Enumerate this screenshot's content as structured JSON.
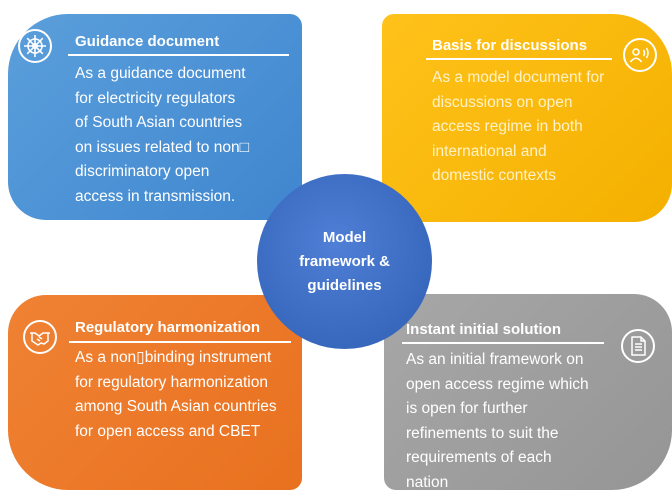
{
  "center": {
    "lines": [
      "Model",
      "framework &",
      "guidelines"
    ]
  },
  "quadrants": {
    "top_left": {
      "title": "Guidance document",
      "icon": "ship-wheel-icon",
      "lines": [
        "As a guidance document",
        "for electricity regulators",
        "of South Asian countries",
        "on issues related to non□",
        "discriminatory open",
        "access in transmission."
      ]
    },
    "top_right": {
      "title": "Basis for discussions",
      "icon": "speaking-person-icon",
      "lines": [
        "As a model document for",
        "discussions on open",
        "access regime in both",
        "international and",
        "domestic contexts"
      ]
    },
    "bottom_left": {
      "title": "Regulatory harmonization",
      "icon": "handshake-icon",
      "lines": [
        "As a non▯binding instrument",
        "for regulatory harmonization",
        "among South Asian countries",
        "for open access and CBET"
      ]
    },
    "bottom_right": {
      "title": "Instant initial solution",
      "icon": "document-icon",
      "lines": [
        "As an initial framework on",
        "open access regime which",
        "is open for further",
        "refinements to suit the",
        "requirements of each",
        "nation"
      ]
    }
  },
  "colors": {
    "blue": "#4a92d6",
    "yellow": "#fbb900",
    "orange": "#ed7d31",
    "gray": "#a0a0a0",
    "center": "#3d6cc4"
  }
}
